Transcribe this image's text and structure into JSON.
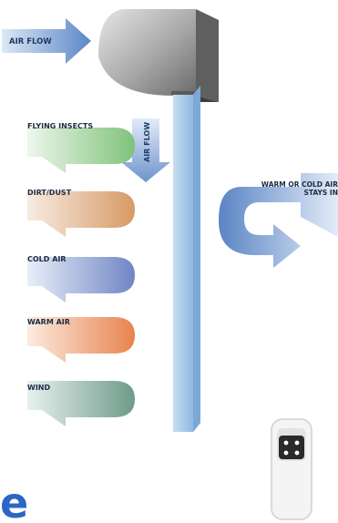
{
  "labels": {
    "air_flow_top": "AIR FLOW",
    "air_flow_side": "AIR FLOW",
    "flying_insects": "FLYING INSECTS",
    "dirt_dust": "DIRT/DUST",
    "cold_air": "COLD AIR",
    "warm_air": "WARM AIR",
    "wind": "WIND",
    "warm_or_cold_line1": "WARM OR COLD AIR",
    "warm_or_cold_line2": "STAYS IN",
    "corner_letter": "e"
  },
  "colors": {
    "flying_insects": "#7fc27a",
    "dirt_dust": "#d79a66",
    "cold_air": "#6f86c4",
    "warm_air": "#e8834f",
    "wind": "#6e9b8a",
    "air_curtain_stream": "#9fc4e6",
    "inflow_arrow": "#5b86c6",
    "unit_body": "#9c9c9c",
    "corner_letter": "#2b66c6"
  },
  "icons": {
    "unit": "air-curtain-unit",
    "remote": "remote-control-icon"
  }
}
